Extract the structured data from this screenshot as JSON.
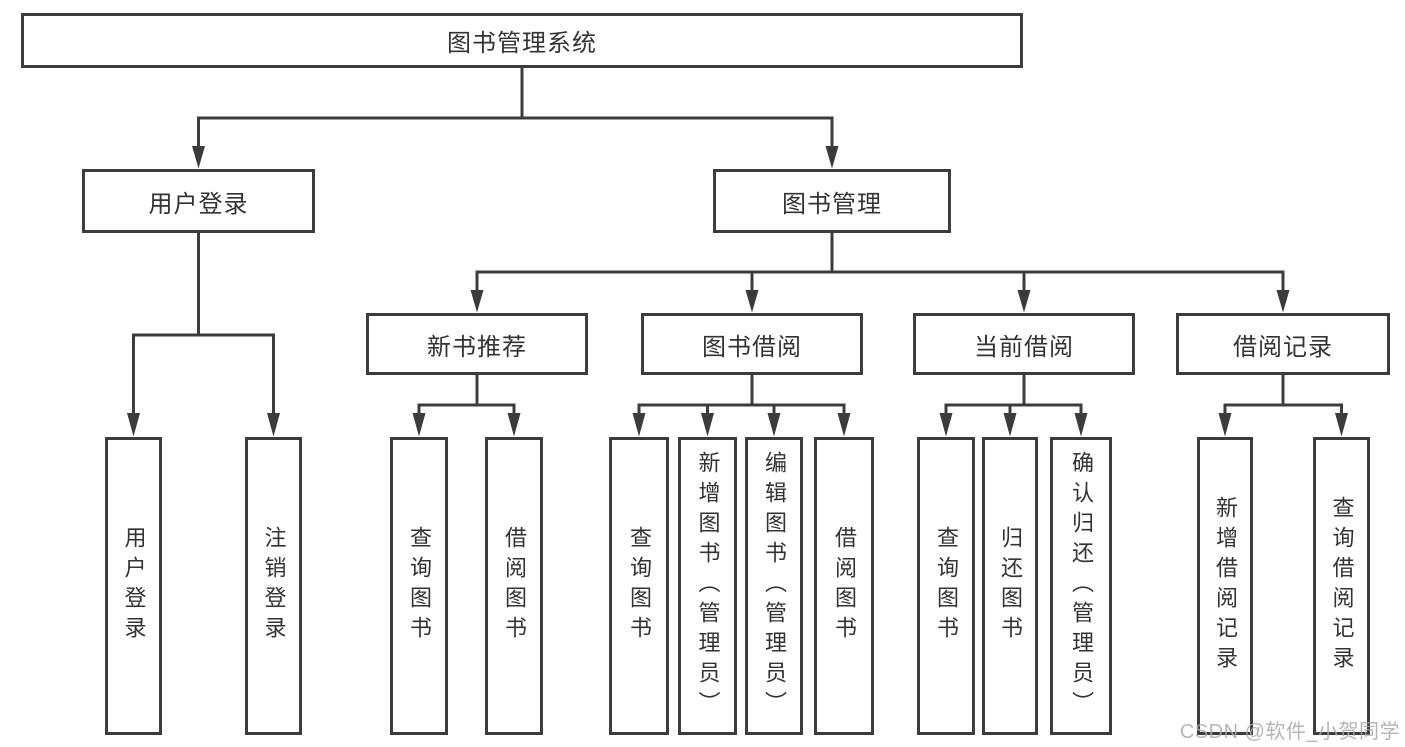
{
  "tree": {
    "root": {
      "label": "图书管理系统",
      "children": [
        {
          "label": "用户登录",
          "children": [
            {
              "label": "用户登录"
            },
            {
              "label": "注销登录"
            }
          ]
        },
        {
          "label": "图书管理",
          "children": [
            {
              "label": "新书推荐",
              "children": [
                {
                  "label": "查询图书"
                },
                {
                  "label": "借阅图书"
                }
              ]
            },
            {
              "label": "图书借阅",
              "children": [
                {
                  "label": "查询图书"
                },
                {
                  "label": "新增图书（管理员）"
                },
                {
                  "label": "编辑图书（管理员）"
                },
                {
                  "label": "借阅图书"
                }
              ]
            },
            {
              "label": "当前借阅",
              "children": [
                {
                  "label": "查询图书"
                },
                {
                  "label": "归还图书"
                },
                {
                  "label": "确认归还（管理员）"
                }
              ]
            },
            {
              "label": "借阅记录",
              "children": [
                {
                  "label": "新增借阅记录"
                },
                {
                  "label": "查询借阅记录"
                }
              ]
            }
          ]
        }
      ]
    }
  },
  "watermark": {
    "text": "CSDN @软件_小贺同学"
  },
  "colors": {
    "line": "#3c3c3c",
    "text": "#333333",
    "watermark": "#a9a9a9",
    "background": "#ffffff"
  }
}
